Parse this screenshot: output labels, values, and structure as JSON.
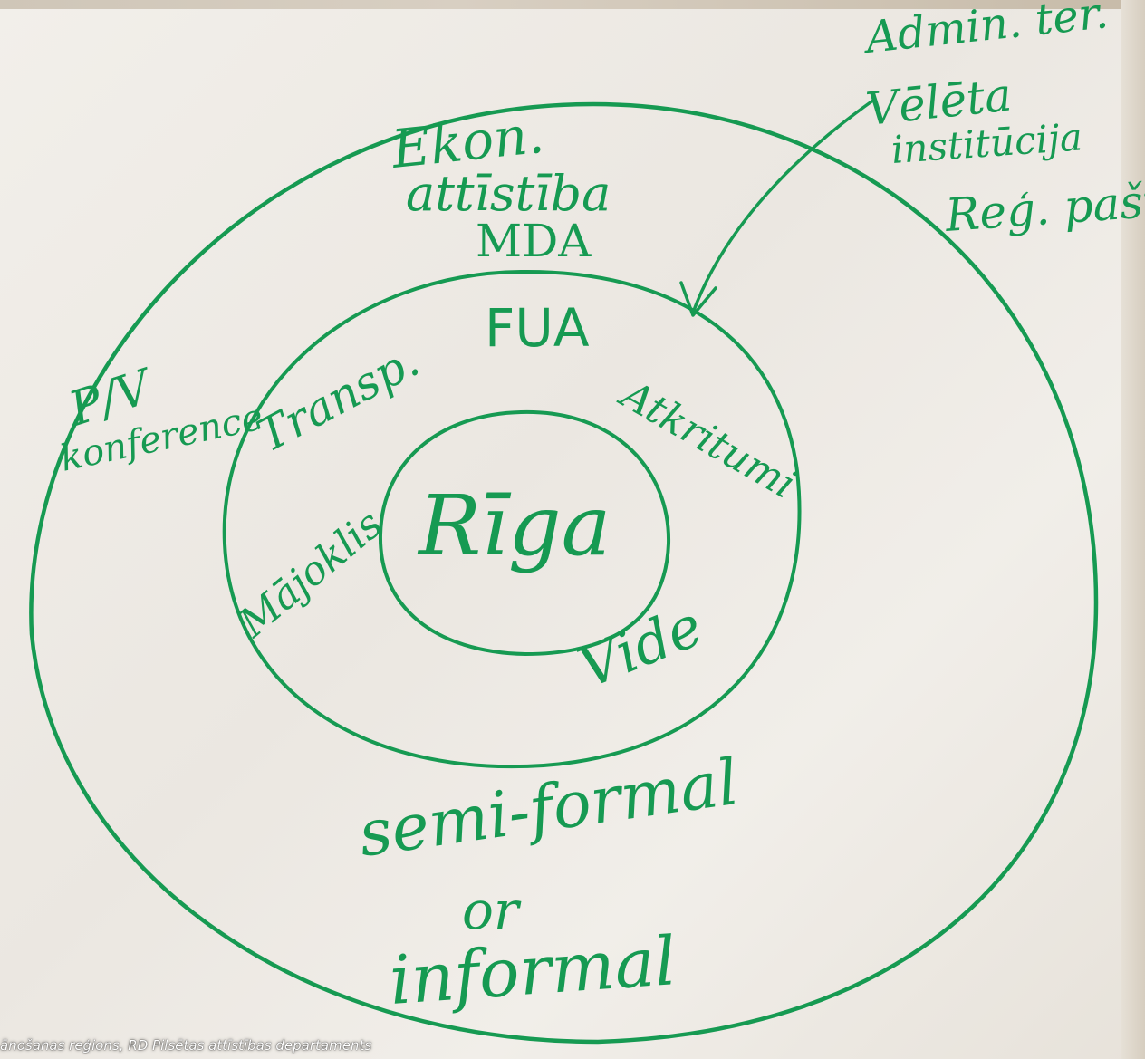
{
  "diagram": {
    "center": "Rīga",
    "middle_ring": {
      "title": "FUA",
      "topics": [
        "Transp.",
        "Atkritumi",
        "Mājoklis",
        "Vide"
      ]
    },
    "outer_ring": {
      "topics": [
        "Ekon.",
        "attīstība",
        "MDA"
      ],
      "left_note": [
        "P/V",
        "konference"
      ],
      "bottom_note": [
        "semi-formal",
        "or",
        "informal"
      ]
    },
    "outside": [
      "Admin. ter.",
      "Vēlēta",
      "institūcija",
      "Reģ. pašv."
    ]
  },
  "caption": "ānošanas reģions, RD Pilsētas attīstības departaments",
  "colors": {
    "ink": "#169a52",
    "paper": "#efebe5"
  }
}
